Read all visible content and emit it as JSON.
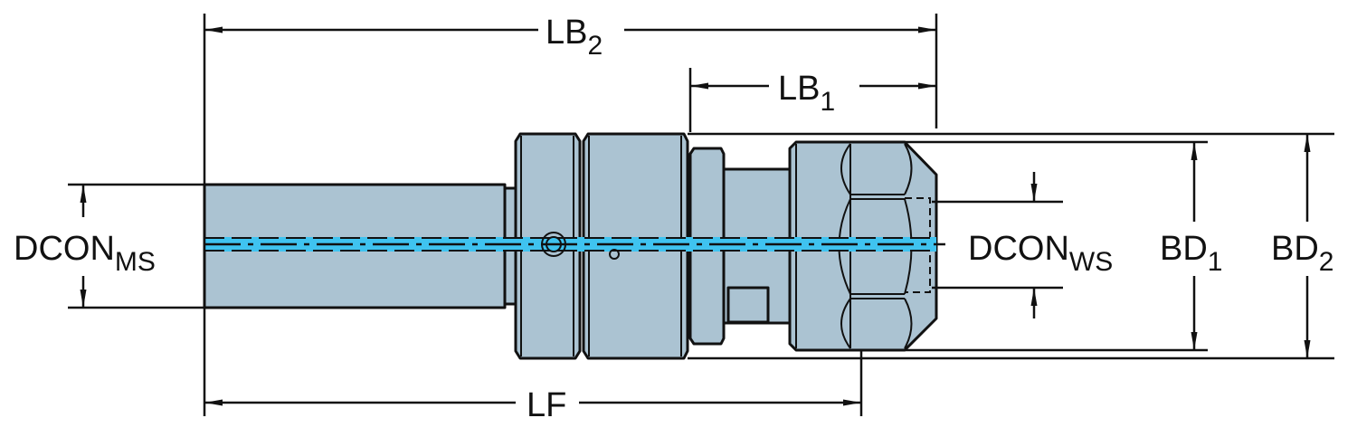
{
  "diagram": {
    "colors": {
      "body": "#abc3d2",
      "coolant": "#3fc3f0",
      "line": "#111111"
    },
    "dimensions": {
      "lb2": {
        "main": "LB",
        "sub": "2"
      },
      "lb1": {
        "main": "LB",
        "sub": "1"
      },
      "lf": {
        "main": "LF"
      },
      "dcon_ms": {
        "main": "DCON",
        "sub": "MS"
      },
      "dcon_ws": {
        "main": "DCON",
        "sub": "WS"
      },
      "bd1": {
        "main": "BD",
        "sub": "1"
      },
      "bd2": {
        "main": "BD",
        "sub": "2"
      }
    }
  }
}
